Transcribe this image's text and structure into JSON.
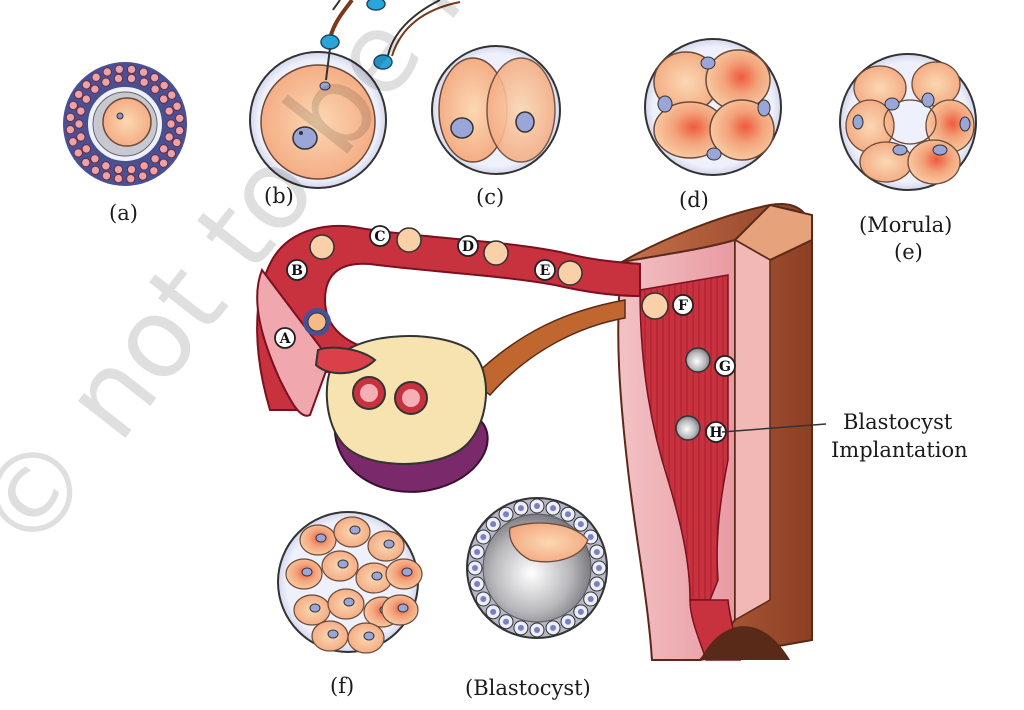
{
  "stage_labels": {
    "a": "(a)",
    "b": "(b)",
    "c": "(c)",
    "d": "(d)",
    "morula": "(Morula)",
    "e": "(e)",
    "f": "(f)",
    "blastocyst": "(Blastocyst)"
  },
  "oviduct_markers": [
    "A",
    "B",
    "C",
    "D",
    "E",
    "F",
    "G",
    "H"
  ],
  "callout": {
    "line1": "Blastocyst",
    "line2": "Implantation"
  },
  "watermark": "© not to be republished",
  "colors": {
    "cell_fill": "#f6b98a",
    "cell_red": "#e8434a",
    "nucleus": "#9aa6d8",
    "zona": "#c9cbe3",
    "oviduct": "#c8323f",
    "uterus_wall": "#b05a3a",
    "ovary": "#f6e3b0"
  }
}
